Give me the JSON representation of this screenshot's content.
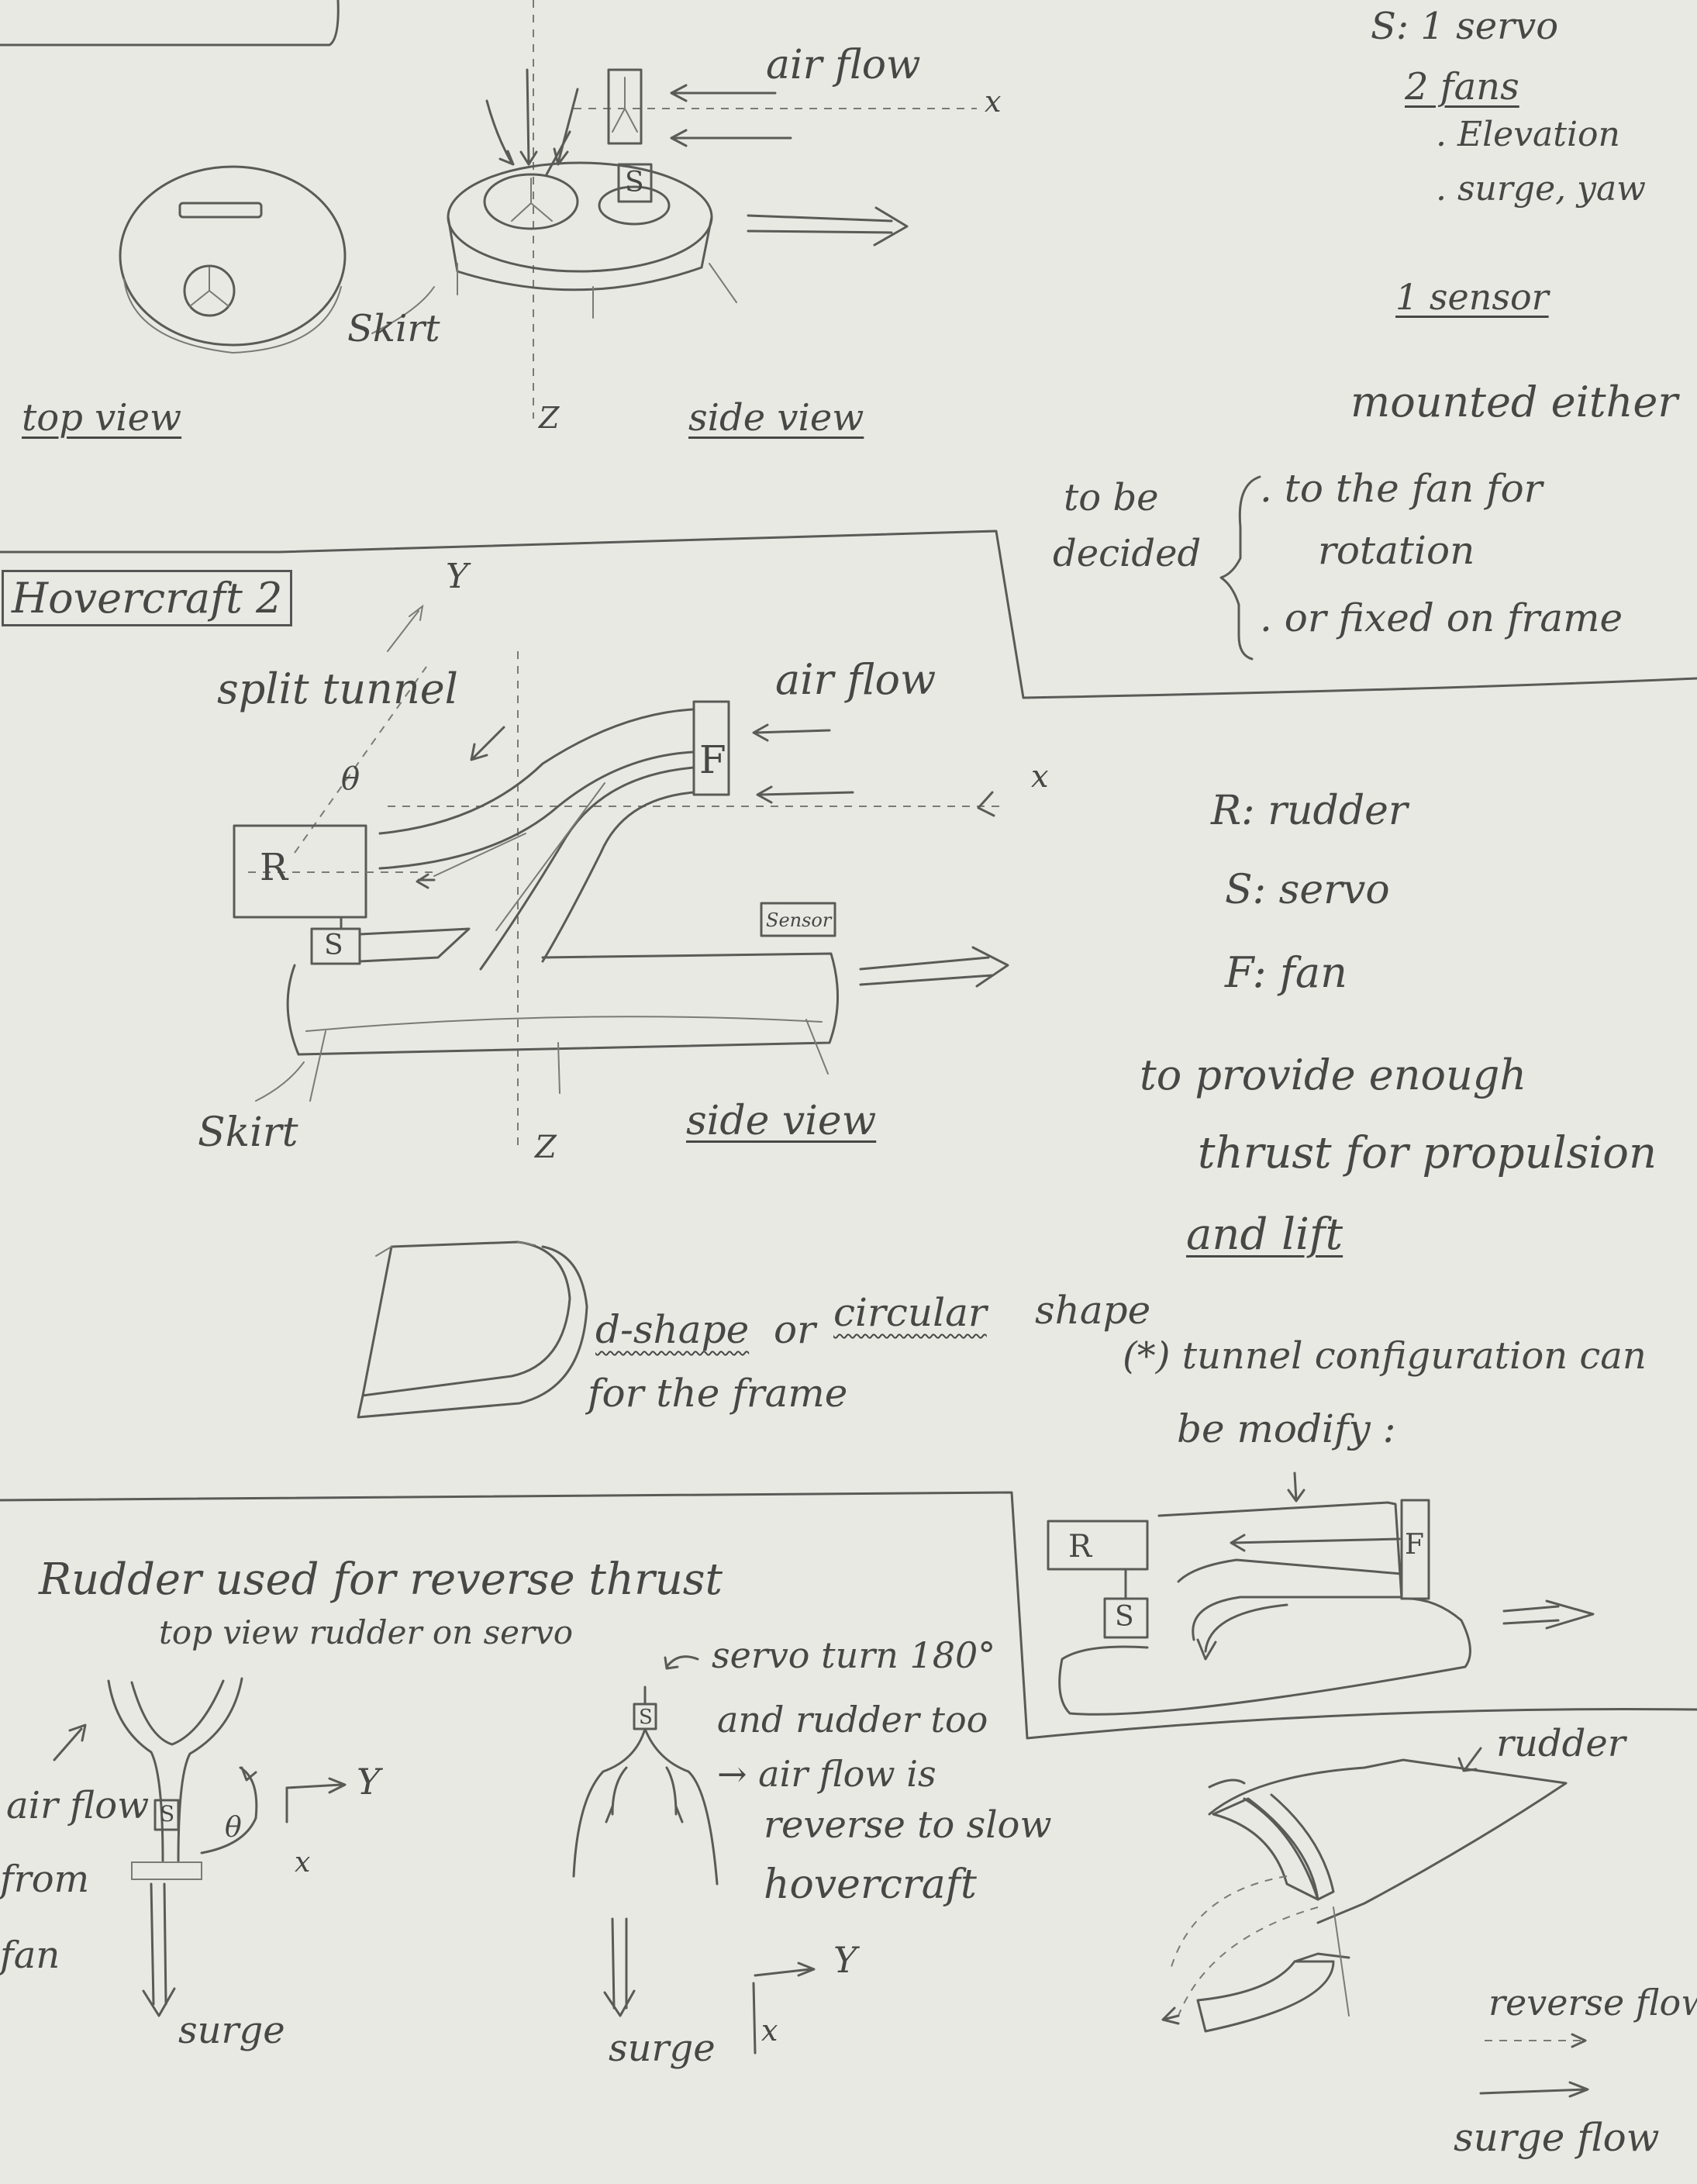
{
  "section1": {
    "top_view": "top view",
    "side_view": "side view",
    "skirt": "Skirt",
    "air_flow": "air flow",
    "axis_x": "x",
    "axis_z": "Z",
    "servo_box": "S"
  },
  "notes1": {
    "line1": "S: 1 servo",
    "line2": "2 fans",
    "line3": ". Elevation",
    "line4": ". surge, yaw",
    "line5": "1 sensor",
    "line6": "mounted either",
    "tbd_1": "to be",
    "tbd_2": "decided",
    "opt1_a": ". to the fan for",
    "opt1_b": "rotation",
    "opt2": ". or fixed on frame"
  },
  "section2": {
    "title": "Hovercraft 2",
    "split_tunnel": "split tunnel",
    "air_flow": "air flow",
    "rudder_box": "R",
    "servo_box": "S",
    "fan_box": "F",
    "sensor_box": "Sensor",
    "theta": "θ",
    "axis_x": "x",
    "axis_y": "Y",
    "axis_z": "Z",
    "skirt": "Skirt",
    "side_view": "side view"
  },
  "legend2": {
    "r": "R: rudder",
    "s": "S: servo",
    "f": "F: fan",
    "p1": "to provide enough",
    "p2": "thrust for propulsion",
    "p3": "and lift"
  },
  "frame_note": {
    "a": "d-shape",
    "b": "or",
    "c": "circular",
    "d": "shape",
    "e": "for the frame"
  },
  "tunnel_note": {
    "a": "(*) tunnel configuration can",
    "b": "be modify :",
    "r_box": "R",
    "s_box": "S",
    "f_box": "F"
  },
  "section3": {
    "title": "Rudder used for reverse thrust",
    "subtitle": "top view rudder on servo",
    "air1": "air flow",
    "air2": "from",
    "air3": "fan",
    "surge1": "surge",
    "surge2": "surge",
    "theta": "θ",
    "axis_y1": "Y",
    "axis_x1": "x",
    "axis_y2": "Y",
    "axis_x2": "x",
    "servo_box1": "S",
    "servo_box2": "S",
    "n1": "servo turn 180°",
    "n2": "and rudder too",
    "n3": "→ air flow is",
    "n4": "reverse to slow",
    "n5": "hovercraft",
    "rudder": "rudder",
    "reverse_flow": "reverse flow",
    "surge_flow": "surge flow"
  }
}
